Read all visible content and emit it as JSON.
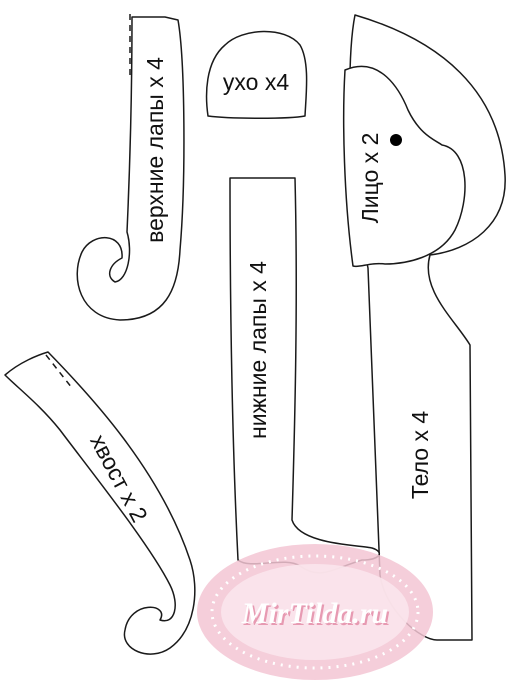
{
  "pieces": {
    "upper_paws": "верхние лапы х 4",
    "ear": "ухо х4",
    "face": "Лицо х 2",
    "lower_paws": "нижние лапы х 4",
    "body": "Тело х 4",
    "tail": "хвост х 2"
  },
  "watermark": {
    "text": "MirTilda.ru",
    "colors": {
      "scallop": "#f3c6d3",
      "dots": "#ffffff",
      "inner": "#fbe6ec",
      "text": "#ffffff",
      "text_shadow": "#e79ab2"
    }
  },
  "colors": {
    "outline": "#1a1a1a",
    "paper": "#ffffff",
    "eye": "#000000"
  }
}
